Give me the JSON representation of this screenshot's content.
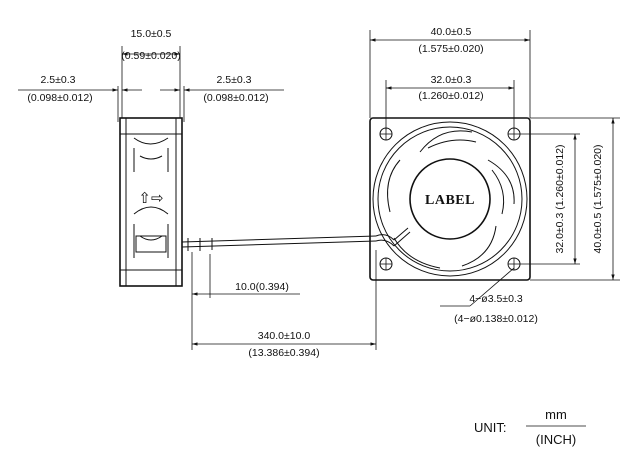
{
  "side_view": {
    "depth_mm": "15.0±0.5",
    "depth_in": "(0.59±0.020)",
    "flange_left_mm": "2.5±0.3",
    "flange_left_in": "(0.098±0.012)",
    "flange_right_mm": "2.5±0.3",
    "flange_right_in": "(0.098±0.012)",
    "airflow_glyph": "⇧⇨"
  },
  "leads": {
    "strip_length": "10.0(0.394)",
    "lead_length_mm": "340.0±10.0",
    "lead_length_in": "(13.386±0.394)"
  },
  "front_view": {
    "outer_width_mm": "40.0±0.5",
    "outer_width_in": "(1.575±0.020)",
    "hole_spacing_mm": "32.0±0.3",
    "hole_spacing_in": "(1.260±0.012)",
    "hole_spacing_v": "32.0±0.3 (1.260±0.012)",
    "outer_height_v": "40.0±0.5 (1.575±0.020)",
    "hole_diameter_mm": "4−ø3.5±0.3",
    "hole_diameter_in": "(4−ø0.138±0.012)",
    "hub_label": "LABEL"
  },
  "unit_note": {
    "prefix": "UNIT:",
    "primary": "mm",
    "secondary": "(INCH)"
  }
}
